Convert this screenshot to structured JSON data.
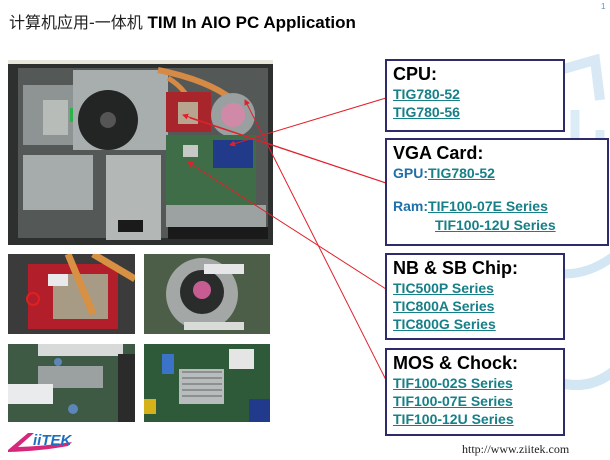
{
  "slide": {
    "title_cn": "计算机应用-一体机",
    "title_en": "TIM In AIO PC Application",
    "page_number": "1",
    "footer_url": "http://www.ziitek.com",
    "logo_text": "iiTEK"
  },
  "colors": {
    "link": "#167f87",
    "label": "#1f6fa8",
    "box_border": "#2e2b6b",
    "arrow": "#e0202a",
    "logo_pink": "#d6287a",
    "logo_blue": "#1e6fc0"
  },
  "photos": [
    {
      "name": "aio-internal-overview",
      "subject": "AIO PC interior with heatsink, fan and motherboard"
    },
    {
      "name": "vga-card-closeup",
      "subject": "VGA card with heat pipes"
    },
    {
      "name": "cpu-fan-closeup",
      "subject": "Cooling fan"
    },
    {
      "name": "mos-heatsink-closeup",
      "subject": "MOS & choke heatsink"
    },
    {
      "name": "chipset-heatsink-closeup",
      "subject": "Chipset heatsink on motherboard"
    }
  ],
  "callouts": {
    "cpu": {
      "heading": "CPU:",
      "links": [
        "TIG780-52",
        "TIG780-56"
      ]
    },
    "vga": {
      "heading": "VGA Card:",
      "gpu_label": "GPU:",
      "gpu_link": "TIG780-52",
      "ram_label": "Ram:",
      "ram_links": [
        "TIF100-07E Series",
        "TIF100-12U Series"
      ]
    },
    "nb_sb": {
      "heading": "NB & SB Chip:",
      "links": [
        "TIC500P Series",
        "TIC800A Series",
        "TIC800G Series"
      ]
    },
    "mos": {
      "heading": "MOS & Chock:",
      "links": [
        "TIF100-02S Series",
        "TIF100-07E Series",
        "TIF100-12U Series"
      ]
    }
  }
}
